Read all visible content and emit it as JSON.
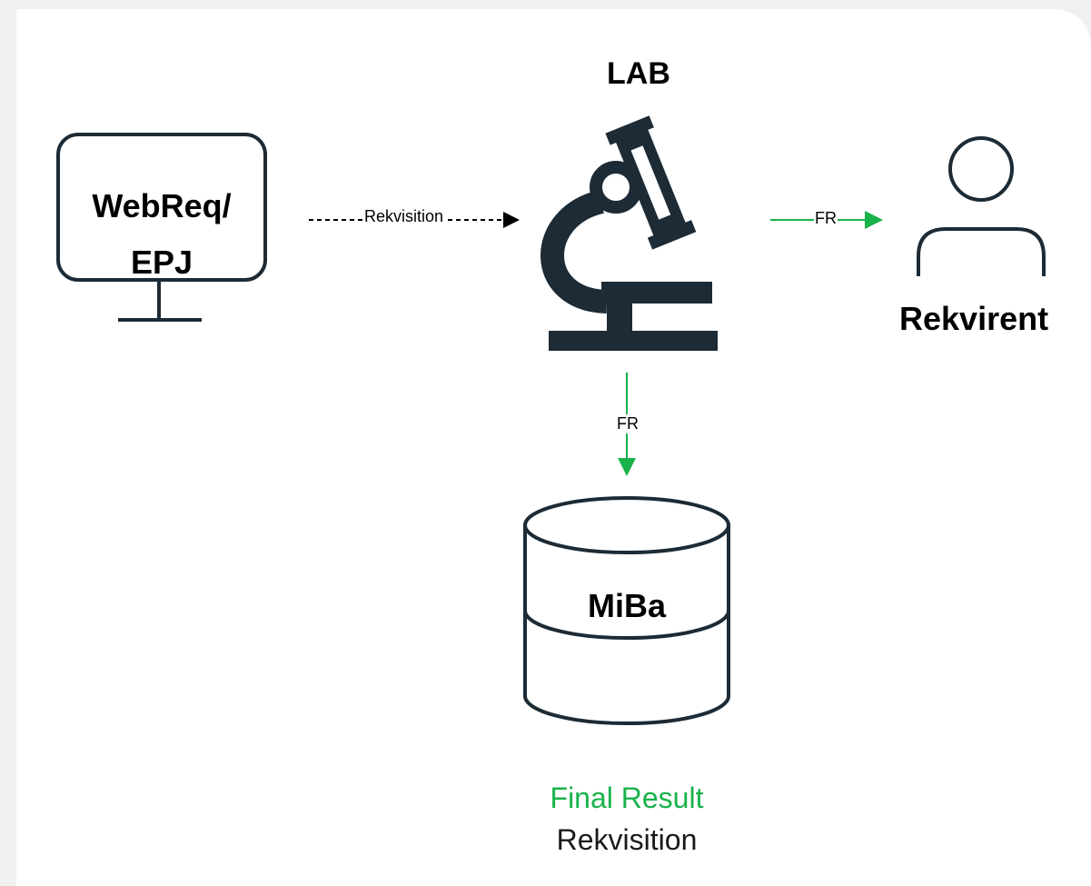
{
  "nodes": {
    "webreq": {
      "line1": "WebReq/",
      "line2": "EPJ"
    },
    "lab": {
      "title": "LAB"
    },
    "rekvirent": {
      "label": "Rekvirent"
    },
    "miba": {
      "label": "MiBa"
    }
  },
  "edges": {
    "webreq_to_lab": {
      "label": "Rekvisition",
      "style": "dashed",
      "color": "#000000"
    },
    "lab_to_rekvirent": {
      "label": "FR",
      "style": "solid",
      "color": "#19b24b"
    },
    "lab_to_miba": {
      "label": "FR",
      "style": "solid",
      "color": "#19b24b"
    }
  },
  "legend": {
    "final_result": "Final Result",
    "rekvisition": "Rekvisition"
  },
  "colors": {
    "icon_stroke": "#1c2b36",
    "accent_green": "#19b24b"
  }
}
